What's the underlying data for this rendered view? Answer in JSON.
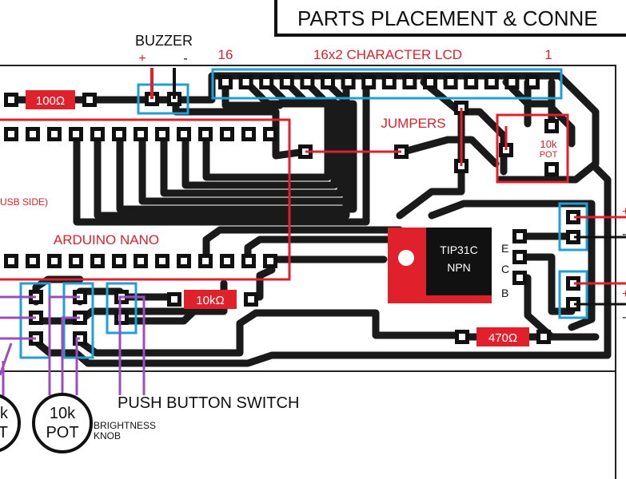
{
  "title": "PARTS PLACEMENT & CONNE",
  "buzzer": {
    "label": "BUZZER",
    "plus": "+",
    "minus": "-"
  },
  "lcd": {
    "label": "16x2 CHARACTER LCD",
    "pin_first": "16",
    "pin_last": "1"
  },
  "jumpers": {
    "label": "JUMPERS"
  },
  "pot_top": {
    "line1": "10k",
    "line2": "POT"
  },
  "usb_side": {
    "label": "USB SIDE)"
  },
  "arduino": {
    "label": "ARDUINO NANO"
  },
  "transistor": {
    "line1": "TIP31C",
    "line2": "NPN",
    "pin_e": "E",
    "pin_c": "C",
    "pin_b": "B"
  },
  "resistors": {
    "r100": "100Ω",
    "r10k": "10kΩ",
    "r470": "470Ω"
  },
  "power_right": {
    "plus_top": "+",
    "minus_top": "-",
    "plus_bottom": "+",
    "minus_bottom": "-"
  },
  "push_button": {
    "label": "PUSH BUTTON SWITCH"
  },
  "pot_bottom": {
    "line1": "10k",
    "line2": "POT"
  },
  "pot_left": {
    "line1": "k",
    "line2": "T"
  },
  "brightness": {
    "line1": "BRIGHTNESS",
    "line2": "KNOB"
  },
  "colors": {
    "trace": "#1a1a1a",
    "red": "#e0202a",
    "blue": "#1e9fd8",
    "purple": "#9b4dbb"
  }
}
